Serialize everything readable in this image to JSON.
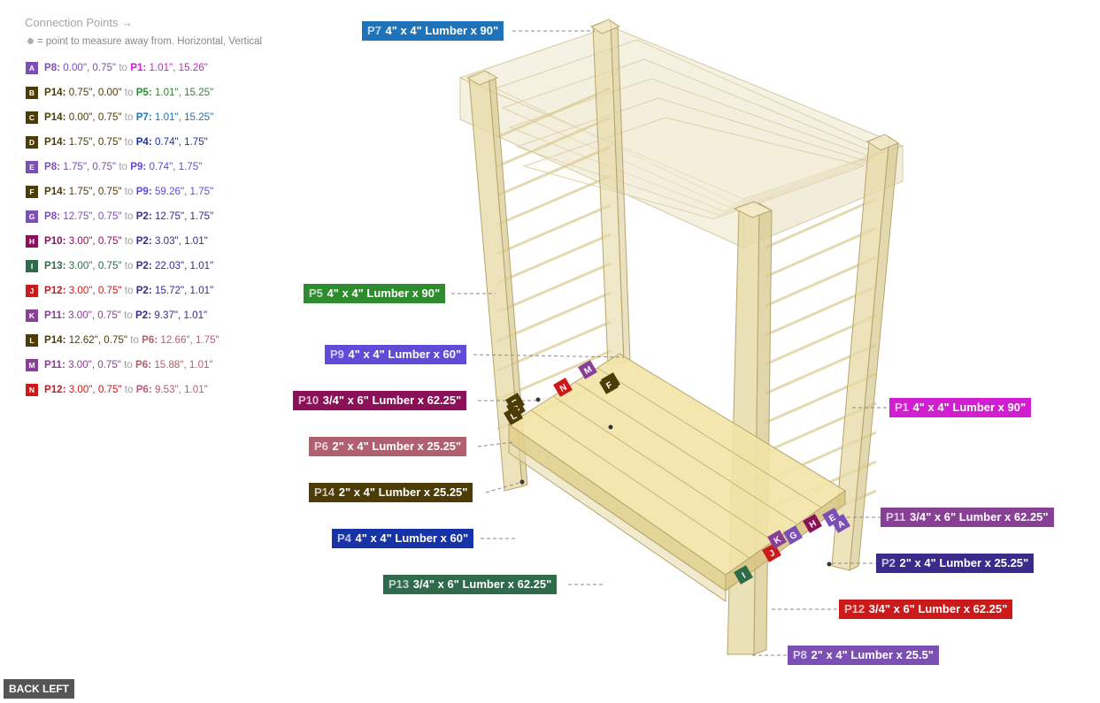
{
  "panel": {
    "title": "Connection Points →",
    "subtitle": "= point to measure away from. Horizontal, Vertical",
    "points": [
      {
        "id": "A",
        "color": "#7b4fb5",
        "from": "P8:",
        "fromColor": "#7b4fb5",
        "fromVals": "0.00\", 0.75\"",
        "to": "to",
        "toPart": "P1:",
        "toColor": "#d11ed1",
        "toVals": "1.01\", 15.26\""
      },
      {
        "id": "B",
        "color": "#4e3c07",
        "from": "P14:",
        "fromColor": "#4e3c07",
        "fromVals": "0.75\", 0.00\"",
        "to": "to",
        "toPart": "P5:",
        "toColor": "#2e8b2e",
        "toVals": "1.01\", 15.25\""
      },
      {
        "id": "C",
        "color": "#4e3c07",
        "from": "P14:",
        "fromColor": "#4e3c07",
        "fromVals": "0.00\", 0.75\"",
        "to": "to",
        "toPart": "P7:",
        "toColor": "#1f73b8",
        "toVals": "1.01\", 15.25\""
      },
      {
        "id": "D",
        "color": "#4e3c07",
        "from": "P14:",
        "fromColor": "#4e3c07",
        "fromVals": "1.75\", 0.75\"",
        "to": "to",
        "toPart": "P4:",
        "toColor": "#1733a8",
        "toVals": "0.74\", 1.75\""
      },
      {
        "id": "E",
        "color": "#7b4fb5",
        "from": "P8:",
        "fromColor": "#7b4fb5",
        "fromVals": "1.75\", 0.75\"",
        "to": "to",
        "toPart": "P9:",
        "toColor": "#5e4bd8",
        "toVals": "0.74\", 1.75\""
      },
      {
        "id": "F",
        "color": "#4e3c07",
        "from": "P14:",
        "fromColor": "#4e3c07",
        "fromVals": "1.75\", 0.75\"",
        "to": "to",
        "toPart": "P9:",
        "toColor": "#5e4bd8",
        "toVals": "59.26\", 1.75\""
      },
      {
        "id": "G",
        "color": "#7b4fb5",
        "from": "P8:",
        "fromColor": "#7b4fb5",
        "fromVals": "12.75\", 0.75\"",
        "to": "to",
        "toPart": "P2:",
        "toColor": "#3b2a8c",
        "toVals": "12.75\", 1.75\""
      },
      {
        "id": "H",
        "color": "#8c1058",
        "from": "P10:",
        "fromColor": "#8c1058",
        "fromVals": "3.00\", 0.75\"",
        "to": "to",
        "toPart": "P2:",
        "toColor": "#3b2a8c",
        "toVals": "3.03\", 1.01\""
      },
      {
        "id": "I",
        "color": "#2f6b4a",
        "from": "P13:",
        "fromColor": "#2f6b4a",
        "fromVals": "3.00\", 0.75\"",
        "to": "to",
        "toPart": "P2:",
        "toColor": "#3b2a8c",
        "toVals": "22.03\", 1.01\""
      },
      {
        "id": "J",
        "color": "#cc1a1a",
        "from": "P12:",
        "fromColor": "#cc1a1a",
        "fromVals": "3.00\", 0.75\"",
        "to": "to",
        "toPart": "P2:",
        "toColor": "#3b2a8c",
        "toVals": "15.72\", 1.01\""
      },
      {
        "id": "K",
        "color": "#8a3f96",
        "from": "P11:",
        "fromColor": "#8a3f96",
        "fromVals": "3.00\", 0.75\"",
        "to": "to",
        "toPart": "P2:",
        "toColor": "#3b2a8c",
        "toVals": "9.37\", 1.01\""
      },
      {
        "id": "L",
        "color": "#4e3c07",
        "from": "P14:",
        "fromColor": "#4e3c07",
        "fromVals": "12.62\", 0.75\"",
        "to": "to",
        "toPart": "P6:",
        "toColor": "#b0606e",
        "toVals": "12.66\", 1.75\""
      },
      {
        "id": "M",
        "color": "#8a3f96",
        "from": "P11:",
        "fromColor": "#8a3f96",
        "fromVals": "3.00\", 0.75\"",
        "to": "to",
        "toPart": "P6:",
        "toColor": "#b0606e",
        "toVals": "15.88\", 1.01\""
      },
      {
        "id": "N",
        "color": "#cc1a1a",
        "from": "P12:",
        "fromColor": "#cc1a1a",
        "fromVals": "3.00\", 0.75\"",
        "to": "to",
        "toPart": "P6:",
        "toColor": "#b0606e",
        "toVals": "9.53\", 1.01\""
      }
    ]
  },
  "parts": [
    {
      "key": "p7",
      "id": "P7",
      "desc": "4\" x 4\" Lumber x 90\"",
      "color": "#1f73b8"
    },
    {
      "key": "p5",
      "id": "P5",
      "desc": "4\" x 4\" Lumber x 90\"",
      "color": "#2e8b2e"
    },
    {
      "key": "p9",
      "id": "P9",
      "desc": "4\" x 4\" Lumber x 60\"",
      "color": "#5e4bd8"
    },
    {
      "key": "p10",
      "id": "P10",
      "desc": "3/4\" x 6\" Lumber x 62.25\"",
      "color": "#8c1058"
    },
    {
      "key": "p6",
      "id": "P6",
      "desc": "2\" x 4\" Lumber  x 25.25\"",
      "color": "#b0606e"
    },
    {
      "key": "p14",
      "id": "P14",
      "desc": "2\" x 4\" Lumber  x 25.25\"",
      "color": "#4e3c07"
    },
    {
      "key": "p4",
      "id": "P4",
      "desc": "4\" x 4\" Lumber x 60\"",
      "color": "#1733a8"
    },
    {
      "key": "p13",
      "id": "P13",
      "desc": "3/4\" x 6\" Lumber x 62.25\"",
      "color": "#2f6b4a"
    },
    {
      "key": "p1",
      "id": "P1",
      "desc": "4\" x 4\" Lumber x 90\"",
      "color": "#d11ed1"
    },
    {
      "key": "p11",
      "id": "P11",
      "desc": "3/4\" x 6\" Lumber x 62.25\"",
      "color": "#8a3f96"
    },
    {
      "key": "p2",
      "id": "P2",
      "desc": "2\" x 4\" Lumber  x 25.25\"",
      "color": "#3b2a8c"
    },
    {
      "key": "p12",
      "id": "P12",
      "desc": "3/4\" x 6\" Lumber x 62.25\"",
      "color": "#cc1a1a"
    },
    {
      "key": "p8",
      "id": "P8",
      "desc": "2\" x 4\" Lumber  x 25.5\"",
      "color": "#7b4fb5"
    }
  ],
  "markers": [
    {
      "letter": "A",
      "color": "#7b4fb5"
    },
    {
      "letter": "B",
      "color": "#4e3c07"
    },
    {
      "letter": "C",
      "color": "#4e3c07"
    },
    {
      "letter": "D",
      "color": "#4e3c07"
    },
    {
      "letter": "E",
      "color": "#7b4fb5"
    },
    {
      "letter": "F",
      "color": "#4e3c07"
    },
    {
      "letter": "G",
      "color": "#7b4fb5"
    },
    {
      "letter": "H",
      "color": "#8c1058"
    },
    {
      "letter": "I",
      "color": "#2f6b4a"
    },
    {
      "letter": "J",
      "color": "#cc1a1a"
    },
    {
      "letter": "K",
      "color": "#8a3f96"
    },
    {
      "letter": "L",
      "color": "#4e3c07"
    },
    {
      "letter": "M",
      "color": "#8a3f96"
    },
    {
      "letter": "N",
      "color": "#cc1a1a"
    }
  ],
  "view_button": "BACK LEFT",
  "colors": {
    "wood": "#e5d9a5",
    "woodEdge": "#b8a46a",
    "slat": "#efe2a8",
    "leader": "#8a8a8a"
  }
}
